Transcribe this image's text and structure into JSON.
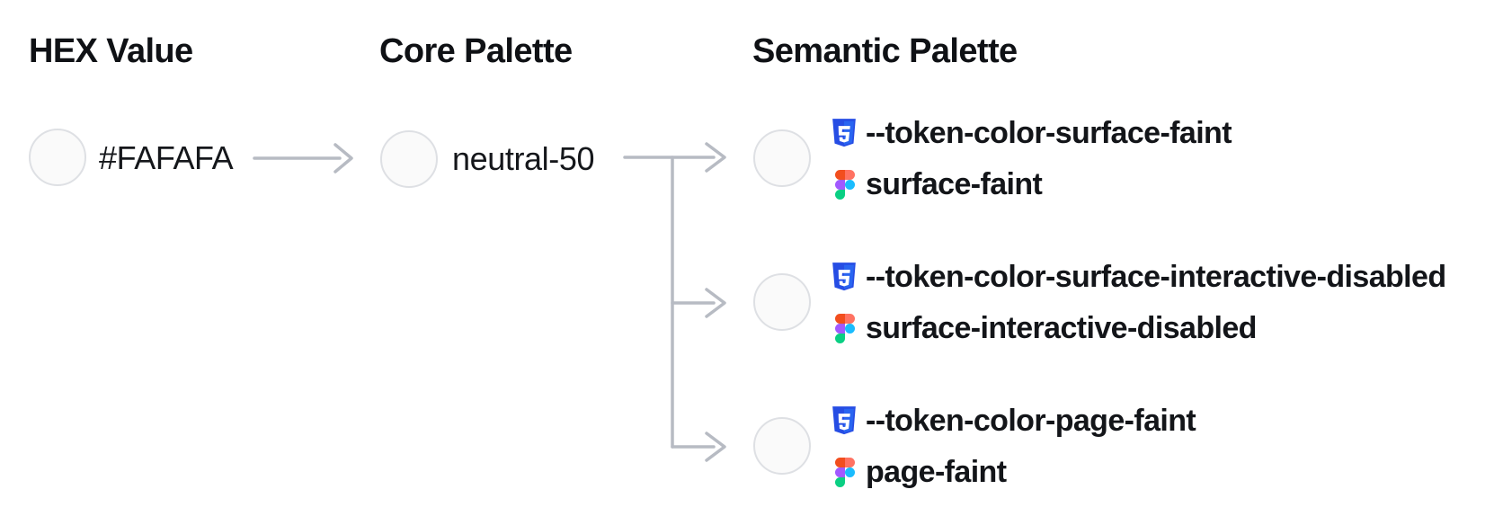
{
  "diagram": {
    "columns": {
      "hex": {
        "title": "HEX Value"
      },
      "core": {
        "title": "Core Palette"
      },
      "semantic": {
        "title": "Semantic Palette"
      }
    },
    "hex": {
      "value": "#FAFAFA",
      "swatch_color": "#FAFAFA"
    },
    "core": {
      "name": "neutral-50",
      "swatch_color": "#FAFAFA"
    },
    "semantic_tokens": [
      {
        "css_variable": "--token-color-surface-faint",
        "figma_style": "surface-faint",
        "swatch_color": "#FAFAFA"
      },
      {
        "css_variable": "--token-color-surface-interactive-disabled",
        "figma_style": "surface-interactive-disabled",
        "swatch_color": "#FAFAFA"
      },
      {
        "css_variable": "--token-color-page-faint",
        "figma_style": "page-faint",
        "swatch_color": "#FAFAFA"
      }
    ],
    "colors": {
      "swatch_fill": "#FAFAFA",
      "swatch_border": "#DEE0E4",
      "connector": "#B7BBC3",
      "heading_text": "#0F1115",
      "css_icon_dark_blue": "#264DE4",
      "css_icon_light_blue": "#2965F1",
      "figma_red_orange": "#F24E1E",
      "figma_salmon": "#FF7262",
      "figma_purple": "#A259FF",
      "figma_blue": "#1ABCFE",
      "figma_green": "#0ACF83"
    }
  }
}
